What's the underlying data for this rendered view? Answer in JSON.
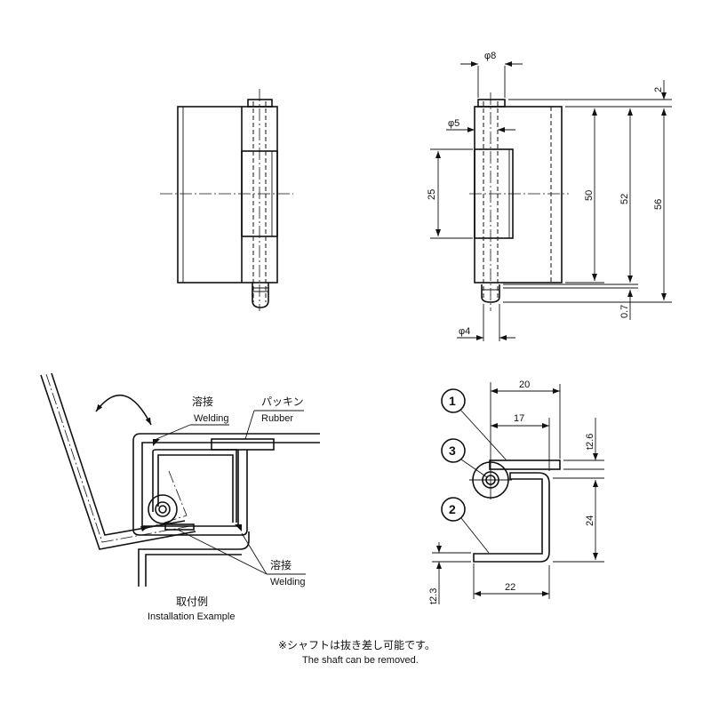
{
  "front_view": {},
  "side_view": {
    "dims": {
      "d8": "φ8",
      "d5": "φ5",
      "d4": "φ4",
      "h25": "25",
      "h50": "50",
      "h52": "52",
      "h56": "56",
      "t2": "2",
      "t07": "0.7"
    }
  },
  "installation": {
    "welding_jp_1": "溶接",
    "welding_en_1": "Welding",
    "rubber_jp": "パッキン",
    "rubber_en": "Rubber",
    "welding_jp_2": "溶接",
    "welding_en_2": "Welding",
    "caption_jp": "取付例",
    "caption_en": "Installation Example"
  },
  "section_view": {
    "parts": [
      "1",
      "2",
      "3"
    ],
    "dims": {
      "w20": "20",
      "w17": "17",
      "t26": "t2.6",
      "h24": "24",
      "t23": "t2.3",
      "w22": "22"
    }
  },
  "note": {
    "jp": "※シャフトは抜き差し可能です。",
    "en": "The shaft can be removed."
  }
}
